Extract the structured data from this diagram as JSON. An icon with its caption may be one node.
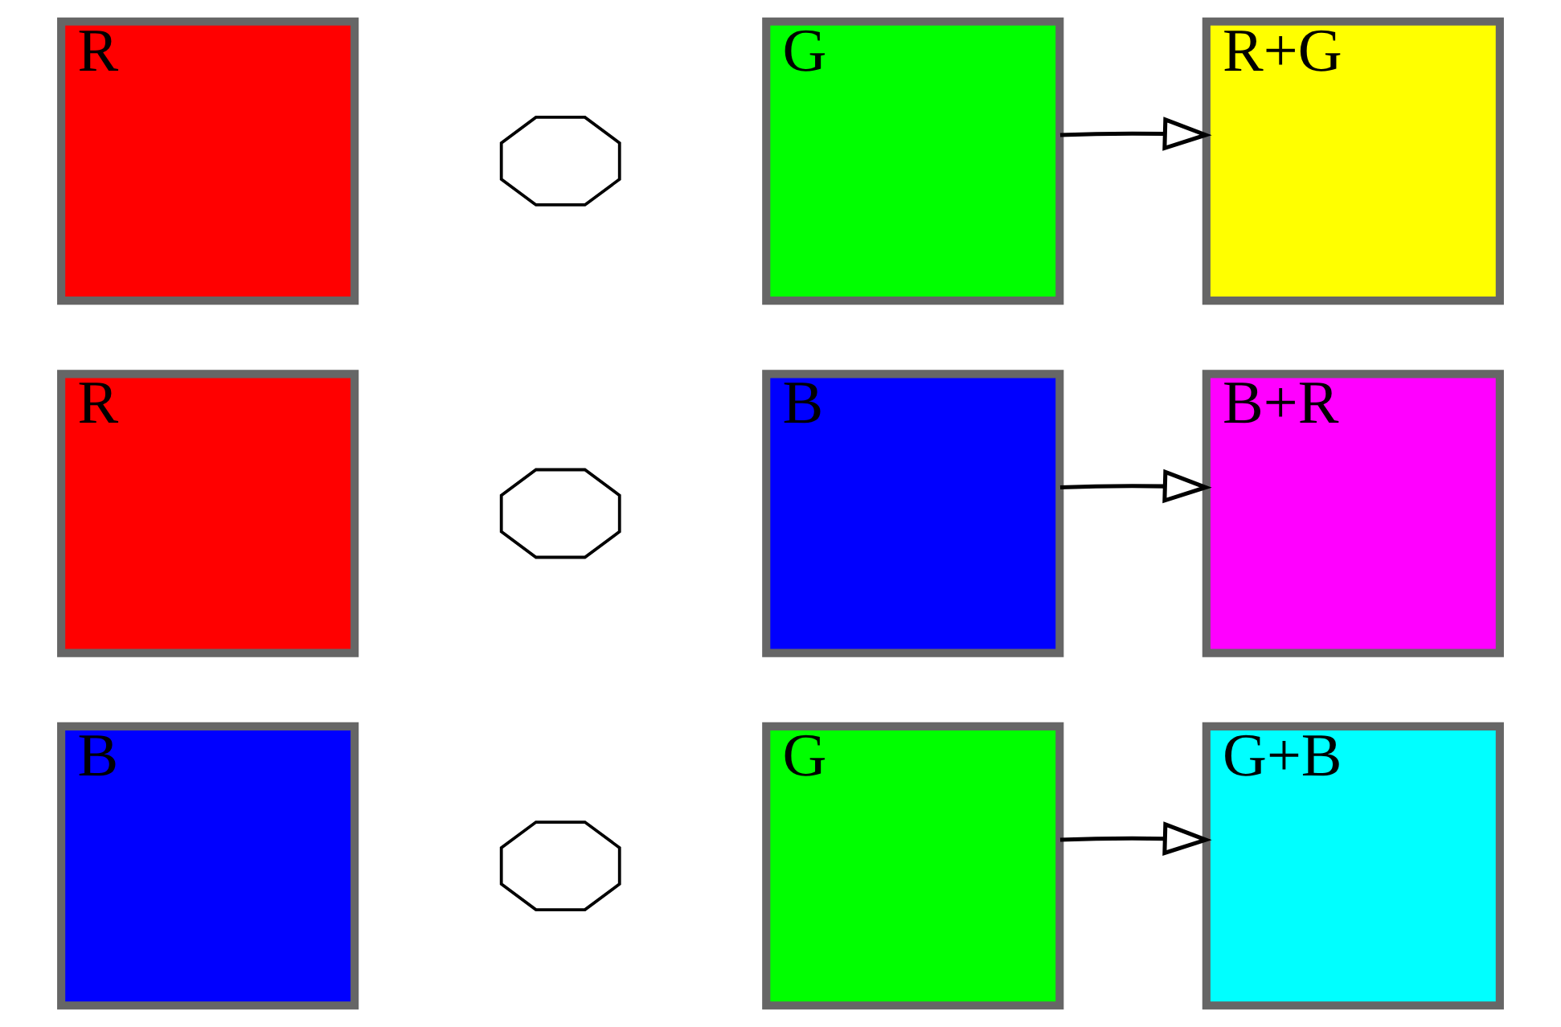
{
  "diagram": {
    "nodes": [
      {
        "text": [
          "R"
        ]
      },
      {
        "text": [],
        "shape": "cross"
      },
      {
        "text": [
          "G"
        ]
      },
      {
        "text": [
          "R+G"
        ]
      },
      {
        "text": [
          "R"
        ]
      },
      {
        "text": [],
        "shape": "cross"
      },
      {
        "text": [
          "B"
        ]
      },
      {
        "text": [
          "B+R"
        ]
      },
      {
        "text": [
          "B"
        ]
      },
      {
        "text": [],
        "shape": "cross"
      },
      {
        "text": [
          "G"
        ]
      },
      {
        "text": [
          "G+B"
        ]
      }
    ],
    "edges": [
      {
        "from": 2,
        "to": 3,
        "arrow": "to"
      },
      {
        "from": 6,
        "to": 7,
        "arrow": "to"
      },
      {
        "from": 10,
        "to": 11,
        "arrow": "to"
      }
    ]
  }
}
